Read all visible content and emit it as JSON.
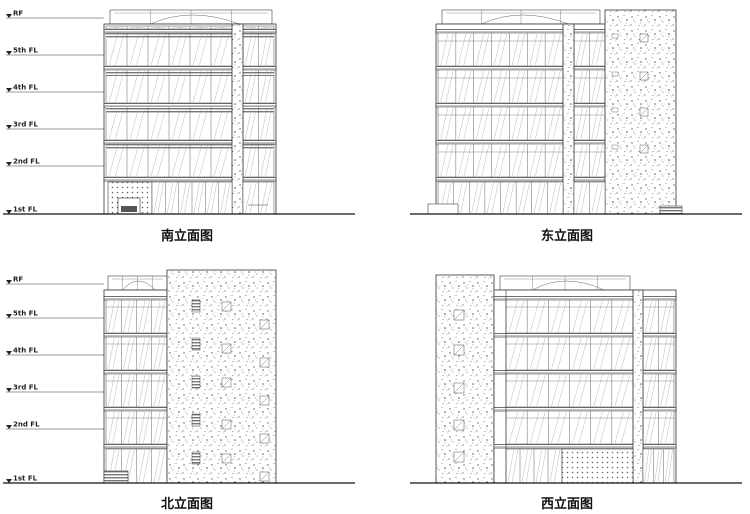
{
  "levels": [
    "RF",
    "5th FL",
    "4th FL",
    "3rd FL",
    "2nd FL",
    "1st FL"
  ],
  "captions": {
    "south": "南立面图",
    "east": "东立面图",
    "north": "北立面图",
    "west": "西立面图"
  }
}
